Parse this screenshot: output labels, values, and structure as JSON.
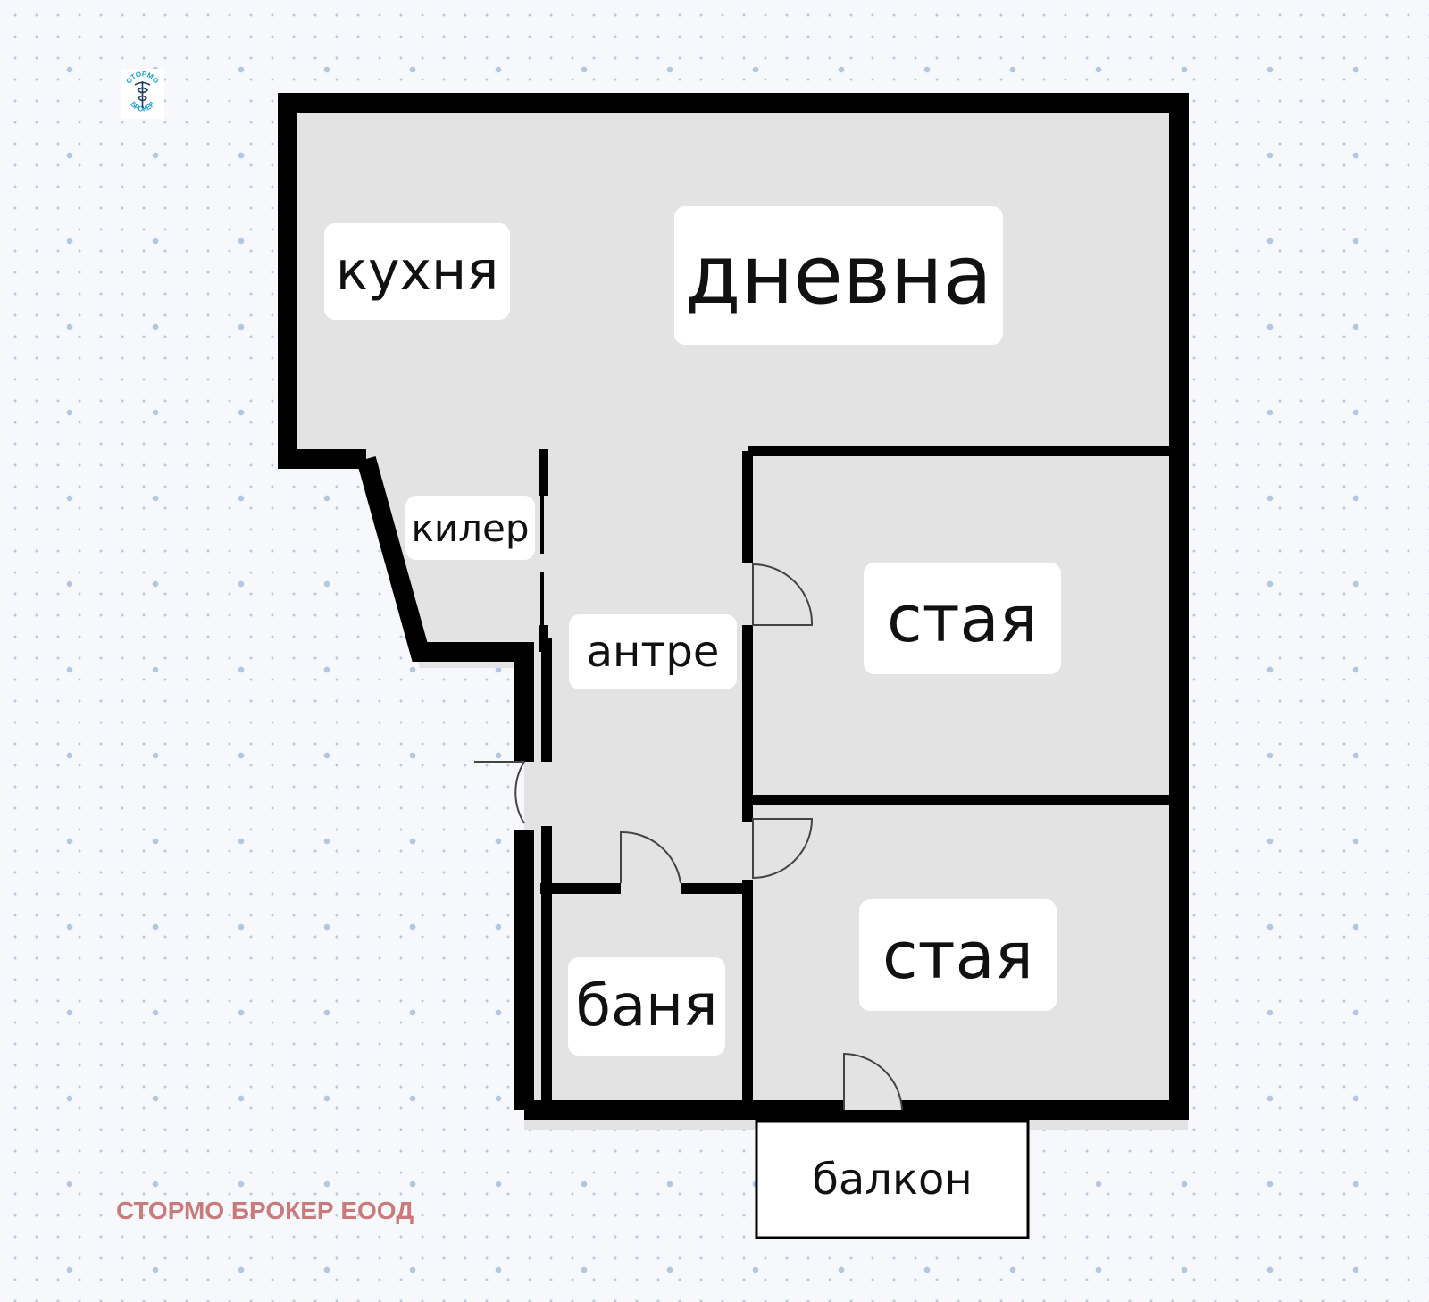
{
  "plan": {
    "rooms": {
      "kitchen": "кухня",
      "living": "дневна",
      "pantry": "килер",
      "hall": "антре",
      "room1": "стая",
      "room2": "стая",
      "bath": "баня",
      "balcony": "балкон"
    },
    "colors": {
      "wall": "#000000",
      "floor": "#e3e3e3",
      "label_bg": "#ffffff",
      "company_text": "#c97b7b",
      "logo_blue": "#1aa0d8"
    }
  },
  "logo": {
    "text": "СТОРМО БРОКЕР"
  },
  "company": {
    "name": "СТОРМО БРОКЕР ЕООД"
  }
}
